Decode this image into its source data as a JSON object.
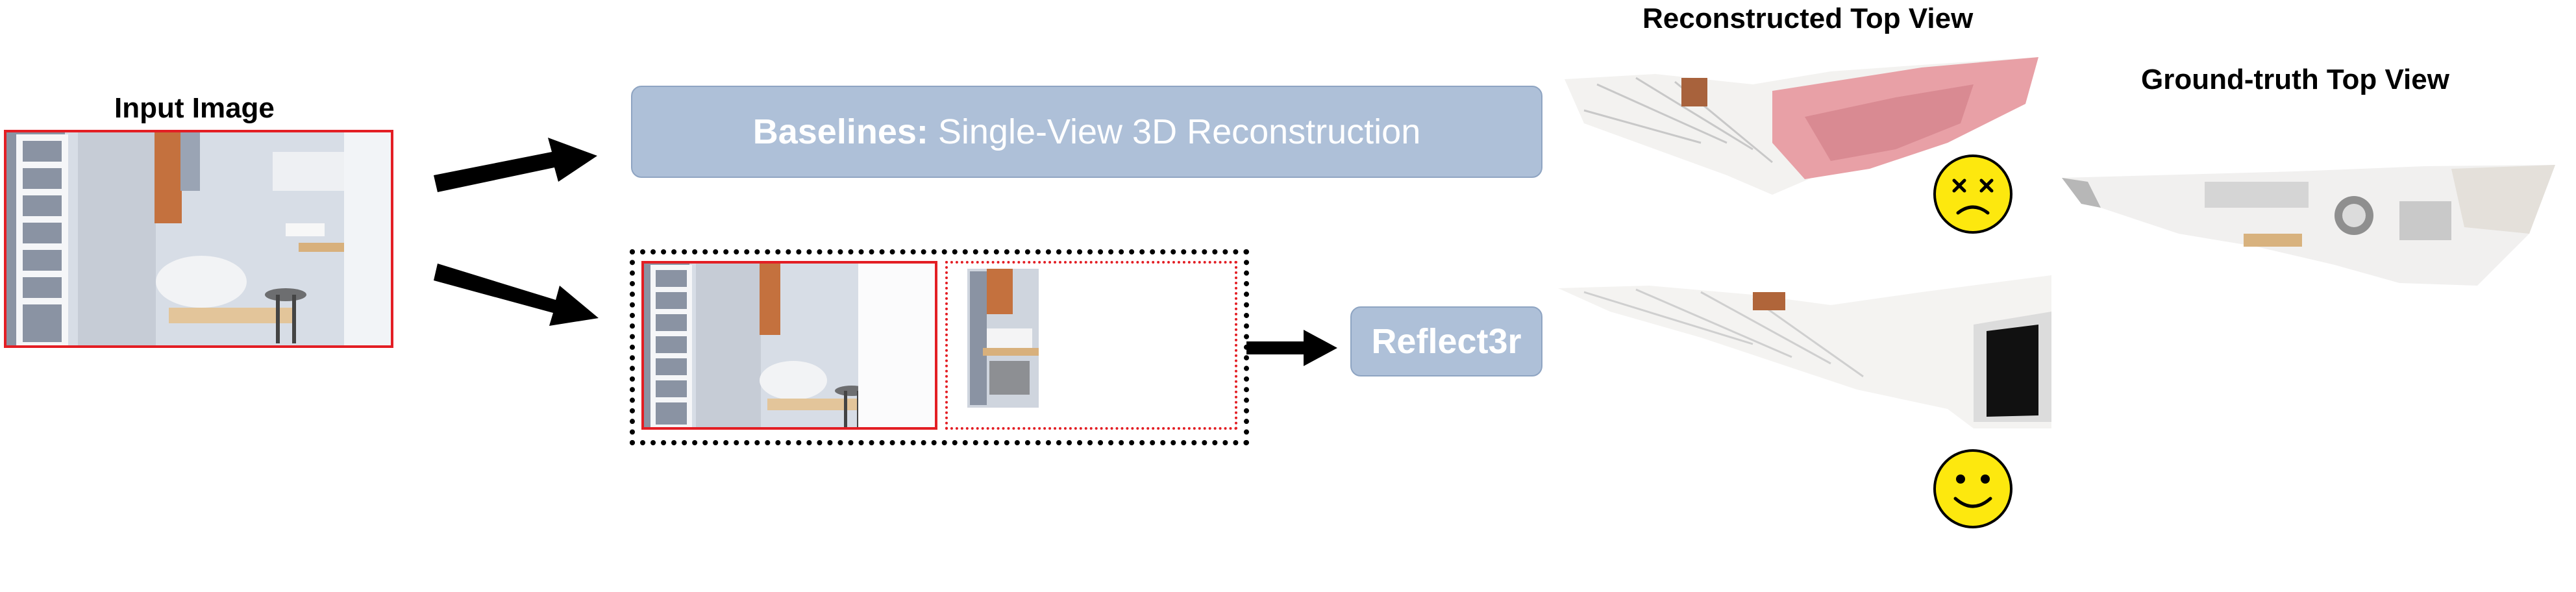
{
  "input": {
    "label": "Input Image"
  },
  "baselines": {
    "bold": "Baselines:",
    "rest": " Single-View 3D Reconstruction"
  },
  "reflect": {
    "label": "Reflect3r"
  },
  "recon": {
    "label": "Reconstructed Top View"
  },
  "gt": {
    "label": "Ground-truth Top View"
  },
  "faces": {
    "bad": "dizzy-face-icon",
    "good": "smiley-face-icon"
  },
  "colors": {
    "accent_red": "#e31e24",
    "box_blue": "#aec0d8",
    "face_yellow": "#fde80e",
    "recon_pink": "#e8a0a6"
  }
}
